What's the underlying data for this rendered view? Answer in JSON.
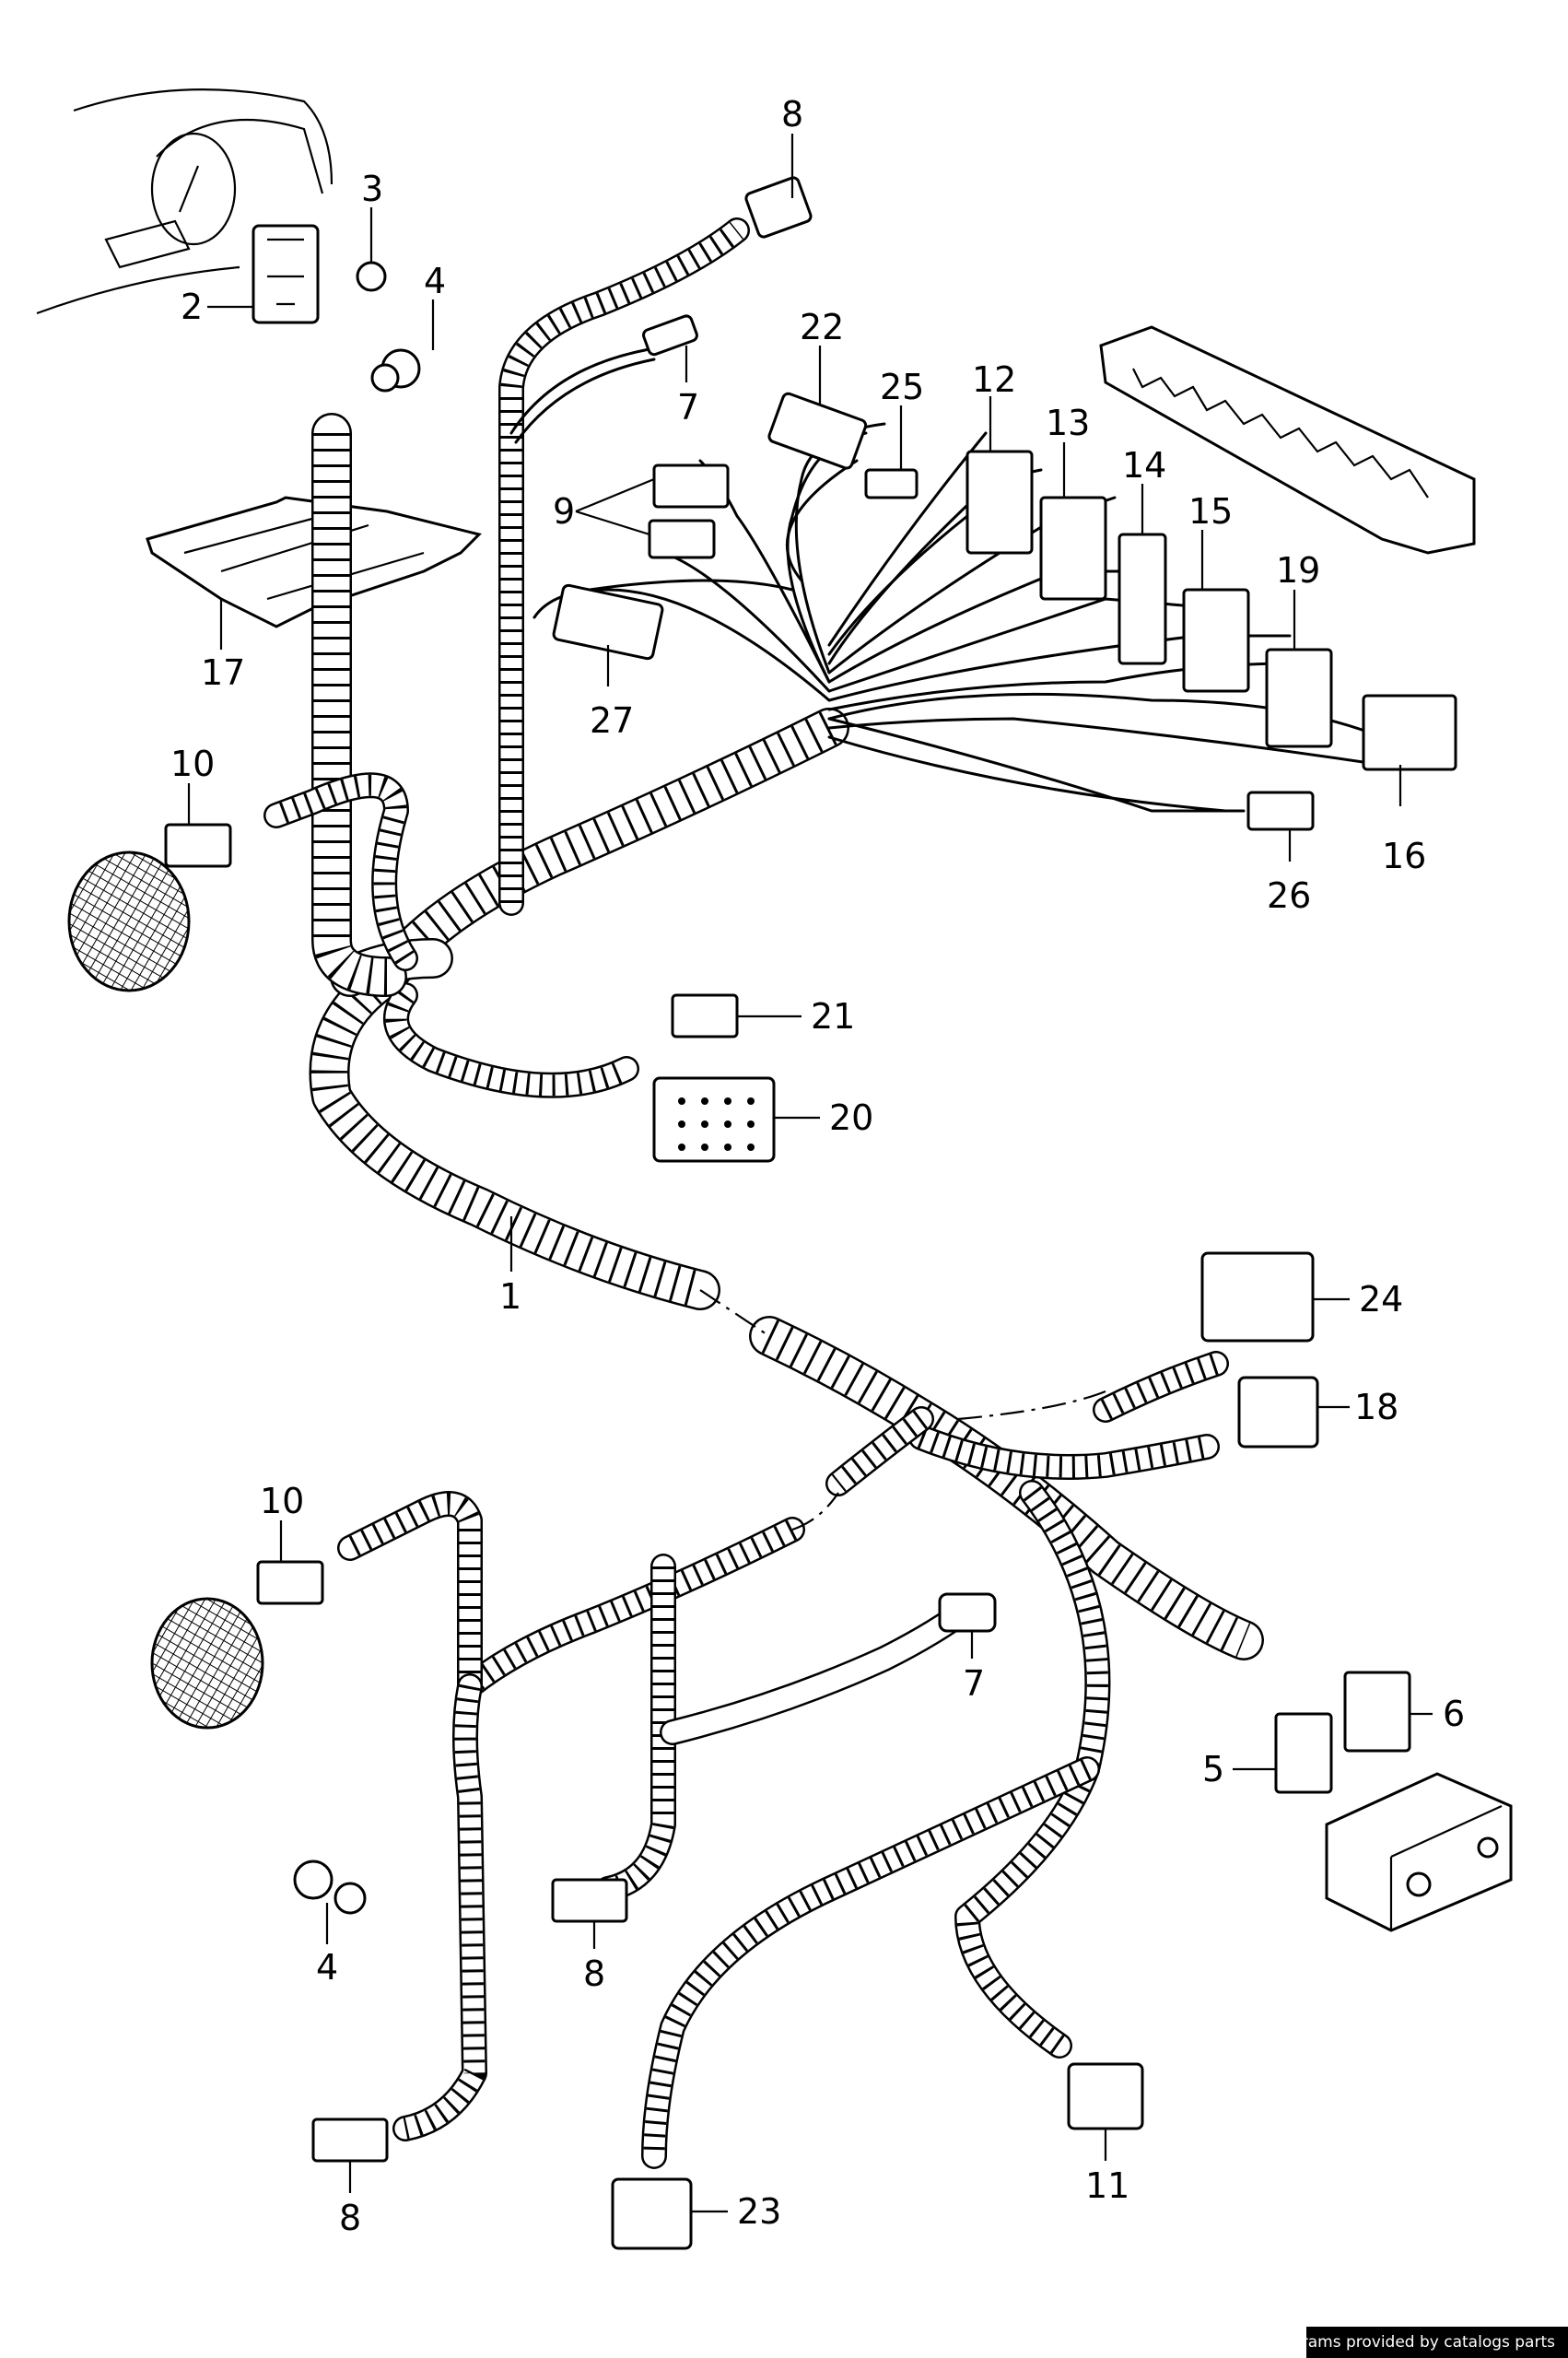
{
  "callouts": [
    {
      "id": "c1",
      "text": "1"
    },
    {
      "id": "c2",
      "text": "2"
    },
    {
      "id": "c3",
      "text": "3"
    },
    {
      "id": "c4a",
      "text": "4"
    },
    {
      "id": "c4b",
      "text": "4"
    },
    {
      "id": "c5",
      "text": "5"
    },
    {
      "id": "c6",
      "text": "6"
    },
    {
      "id": "c7a",
      "text": "7"
    },
    {
      "id": "c7b",
      "text": "7"
    },
    {
      "id": "c8a",
      "text": "8"
    },
    {
      "id": "c8b",
      "text": "8"
    },
    {
      "id": "c8c",
      "text": "8"
    },
    {
      "id": "c9",
      "text": "9"
    },
    {
      "id": "c10a",
      "text": "10"
    },
    {
      "id": "c10b",
      "text": "10"
    },
    {
      "id": "c11",
      "text": "11"
    },
    {
      "id": "c12",
      "text": "12"
    },
    {
      "id": "c13",
      "text": "13"
    },
    {
      "id": "c14",
      "text": "14"
    },
    {
      "id": "c15",
      "text": "15"
    },
    {
      "id": "c16",
      "text": "16"
    },
    {
      "id": "c17",
      "text": "17"
    },
    {
      "id": "c18",
      "text": "18"
    },
    {
      "id": "c19",
      "text": "19"
    },
    {
      "id": "c20",
      "text": "20"
    },
    {
      "id": "c21",
      "text": "21"
    },
    {
      "id": "c22",
      "text": "22"
    },
    {
      "id": "c23",
      "text": "23"
    },
    {
      "id": "c24",
      "text": "24"
    },
    {
      "id": "c25",
      "text": "25"
    },
    {
      "id": "c26",
      "text": "26"
    },
    {
      "id": "c27",
      "text": "27"
    }
  ],
  "footer": {
    "text": "Diagrams provided by catalogs parts"
  },
  "colors": {
    "ink": "#000000",
    "paper": "#ffffff"
  }
}
